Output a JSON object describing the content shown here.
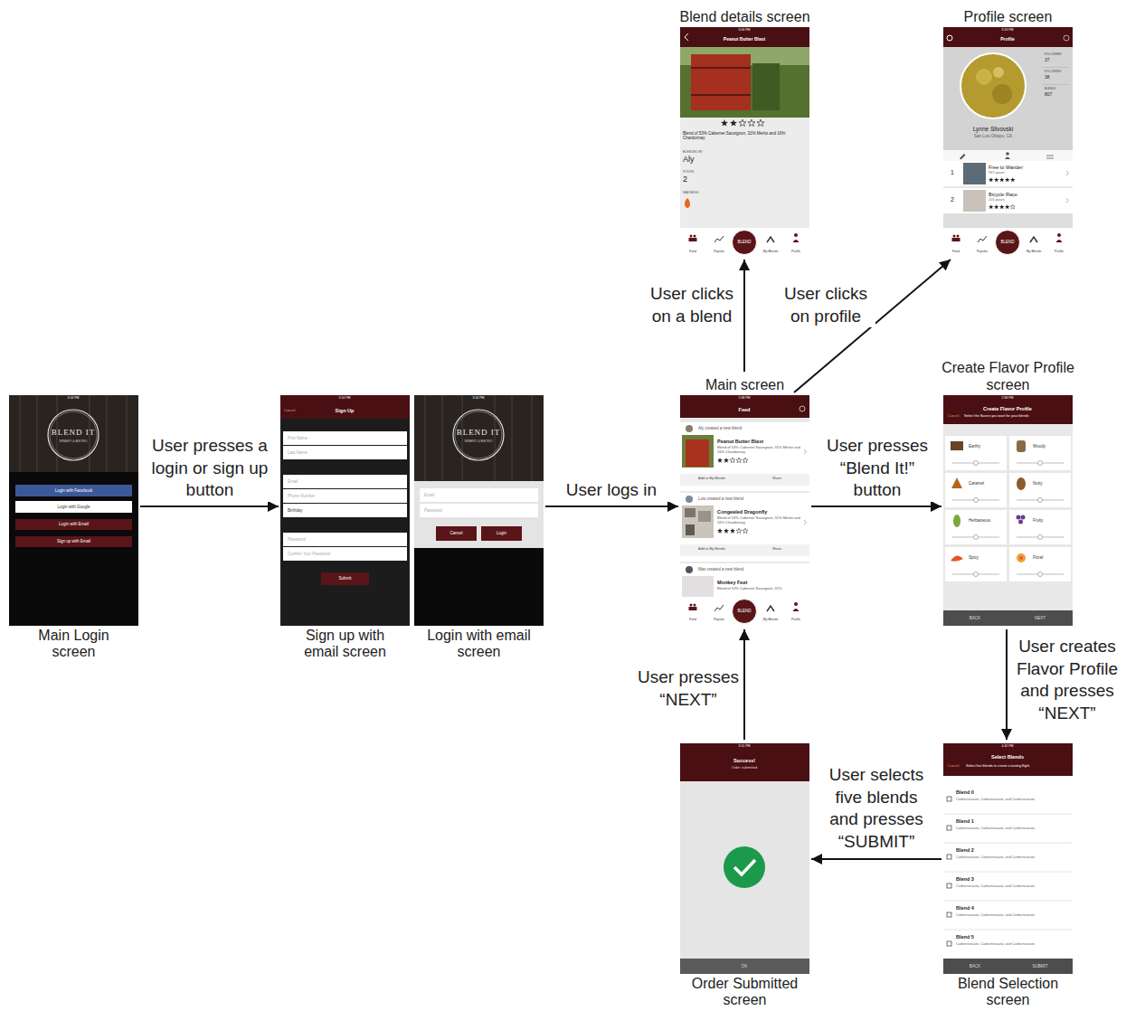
{
  "diagram": {
    "nodes": [
      {
        "text": [
          "Main Login screen"
        ]
      },
      {
        "text": [
          "Login with Facebook"
        ],
        "in": 0
      },
      {
        "text": [
          "Login with Google"
        ],
        "in": 0
      },
      {
        "text": [
          "Login with Email"
        ],
        "in": 0
      },
      {
        "text": [
          "Sign up with Email"
        ],
        "in": 0
      },
      {
        "text": [
          "Sign up with email screen"
        ]
      },
      {
        "text": [
          "First Name"
        ],
        "in": 5
      },
      {
        "text": [
          "Last Name"
        ],
        "in": 5
      },
      {
        "text": [
          "Email"
        ],
        "in": 5
      },
      {
        "text": [
          "Phone Number"
        ],
        "in": 5
      },
      {
        "text": [
          "Birthday"
        ],
        "in": 5
      },
      {
        "text": [
          "Password"
        ],
        "in": 5
      },
      {
        "text": [
          "Confirm Your Password"
        ],
        "in": 5
      },
      {
        "text": [
          "Submit"
        ],
        "in": 5
      },
      {
        "text": [
          "Login with email screen"
        ]
      },
      {
        "text": [
          "Email"
        ],
        "in": 14
      },
      {
        "text": [
          "Password"
        ],
        "in": 14
      },
      {
        "text": [
          "Cancel"
        ],
        "in": 14
      },
      {
        "text": [
          "Login"
        ],
        "in": 14
      },
      {
        "text": [
          "Main screen"
        ]
      },
      {
        "text": [
          "Aly created a new blend",
          "Peanut Butter Blast",
          "Blend of 53% Cabernet Sauvignon, 31% Merlot and 16% Chardonnay",
          "Add to My Blends",
          "Share"
        ],
        "in": 19
      },
      {
        "text": [
          "Luis created a new blend",
          "Congealed Dragonfly",
          "Blend of 53% Cabernet Sauvignon, 31% Merlot and 16% Chardonnay",
          "Add to My Blends",
          "Share"
        ],
        "in": 19
      },
      {
        "text": [
          "Max created a new blend",
          "Monkey Feet",
          "Blend of 53% Cabernet Sauvignon, 31%"
        ],
        "in": 19
      },
      {
        "text": [
          "BLEND"
        ],
        "in": 19
      },
      {
        "text": [
          "Blend details screen"
        ]
      },
      {
        "text": [
          "BLEND"
        ],
        "in": 24
      },
      {
        "text": [
          "Profile screen"
        ]
      },
      {
        "text": [
          "BLEND"
        ],
        "in": 26
      },
      {
        "text": [
          "Free to Wander",
          "967 pours"
        ],
        "in": 26
      },
      {
        "text": [
          "Bicycle Race",
          "101 pours"
        ],
        "in": 26
      },
      {
        "text": [
          "Create Flavor Profile screen"
        ]
      },
      {
        "text": [
          "Earthy"
        ],
        "in": 30
      },
      {
        "text": [
          "Woody"
        ],
        "in": 30
      },
      {
        "text": [
          "Caramel"
        ],
        "in": 30
      },
      {
        "text": [
          "Nutty"
        ],
        "in": 30
      },
      {
        "text": [
          "Herbaceous"
        ],
        "in": 30
      },
      {
        "text": [
          "Fruity"
        ],
        "in": 30
      },
      {
        "text": [
          "Spicy"
        ],
        "in": 30
      },
      {
        "text": [
          "Floral"
        ],
        "in": 30
      },
      {
        "text": [
          "Blend Selection screen"
        ]
      },
      {
        "text": [
          "Blend 0",
          "Carbernesauto, Carbernesauto, and Carbernesauto"
        ],
        "in": 39
      },
      {
        "text": [
          "Blend 1",
          "Carbernesauto, Carbernesauto, and Carbernesauto"
        ],
        "in": 39
      },
      {
        "text": [
          "Blend 2",
          "Carbernesauto, Carbernesauto, and Carbernesauto"
        ],
        "in": 39
      },
      {
        "text": [
          "Blend 3",
          "Carbernesauto, Carbernesauto, and Carbernesauto"
        ],
        "in": 39
      },
      {
        "text": [
          "Blend 4",
          "Carbernesauto, Carbernesauto, and Carbernesauto"
        ],
        "in": 39
      },
      {
        "text": [
          "Blend 5",
          "Carbernesauto, Carbernesauto, and Carbernesauto"
        ],
        "in": 39
      },
      {
        "text": [
          "Order Submitted screen"
        ]
      }
    ],
    "edges": [
      {
        "from": 0,
        "to": 5,
        "label": "User presses a login or sign up button",
        "arrow": "to"
      },
      {
        "from": 14,
        "to": 19,
        "label": "User logs in",
        "arrow": "to"
      },
      {
        "from": 19,
        "to": 24,
        "label": "User clicks on a blend",
        "arrow": "to"
      },
      {
        "from": 19,
        "to": 26,
        "label": "User clicks on profile",
        "arrow": "to"
      },
      {
        "from": 19,
        "to": 30,
        "label": "User presses “Blend It!” button",
        "arrow": "to"
      },
      {
        "from": 30,
        "to": 39,
        "label": "User creates Flavor Profile and presses “NEXT”",
        "arrow": "to"
      },
      {
        "from": 39,
        "to": 46,
        "label": "User selects five blends and presses “SUBMIT”",
        "arrow": "to"
      },
      {
        "from": 46,
        "to": 19,
        "label": "User presses “NEXT”",
        "arrow": "to"
      }
    ],
    "labels": [
      "BLEND IT",
      "WINERY & BISTRO",
      "3:14 PM",
      "Sign Up",
      "Cancel",
      "3:14 PM",
      "BLEND IT",
      "WINERY & BISTRO",
      "3:14 PM",
      "Feed",
      "2:58 PM",
      "Feed",
      "Popular",
      "My Blends",
      "Profile",
      "Peanut Butter Blast",
      "3:00 PM",
      "Blend of 53% Cabernet Sauvignon, 31% Merlot and 16% Chardonnay",
      "BLENDED BY",
      "Aly",
      "POURS",
      "2",
      "MADNESS",
      "Feed",
      "Popular",
      "My Blends",
      "Profile",
      "Profile",
      "3:13 PM",
      "FOLLOWERS",
      "37",
      "FOLLOWING",
      "38",
      "BLENDS",
      "807",
      "Lynne Slivovski",
      "San Luis Obispo, CA",
      "1",
      "2",
      "Feed",
      "Popular",
      "My Blends",
      "Profile",
      "Create Flavor Profile",
      "2:58 PM",
      "Cancel",
      "Select the flavors you want for your blends",
      "BACK",
      "NEXT",
      "Select Blends",
      "4:42 PM",
      "Cancel",
      "Select five blends to create a tasting flight.",
      "BACK",
      "SUBMIT",
      "Success!",
      "Order submitted",
      "3:11 PM",
      "OK"
    ]
  }
}
